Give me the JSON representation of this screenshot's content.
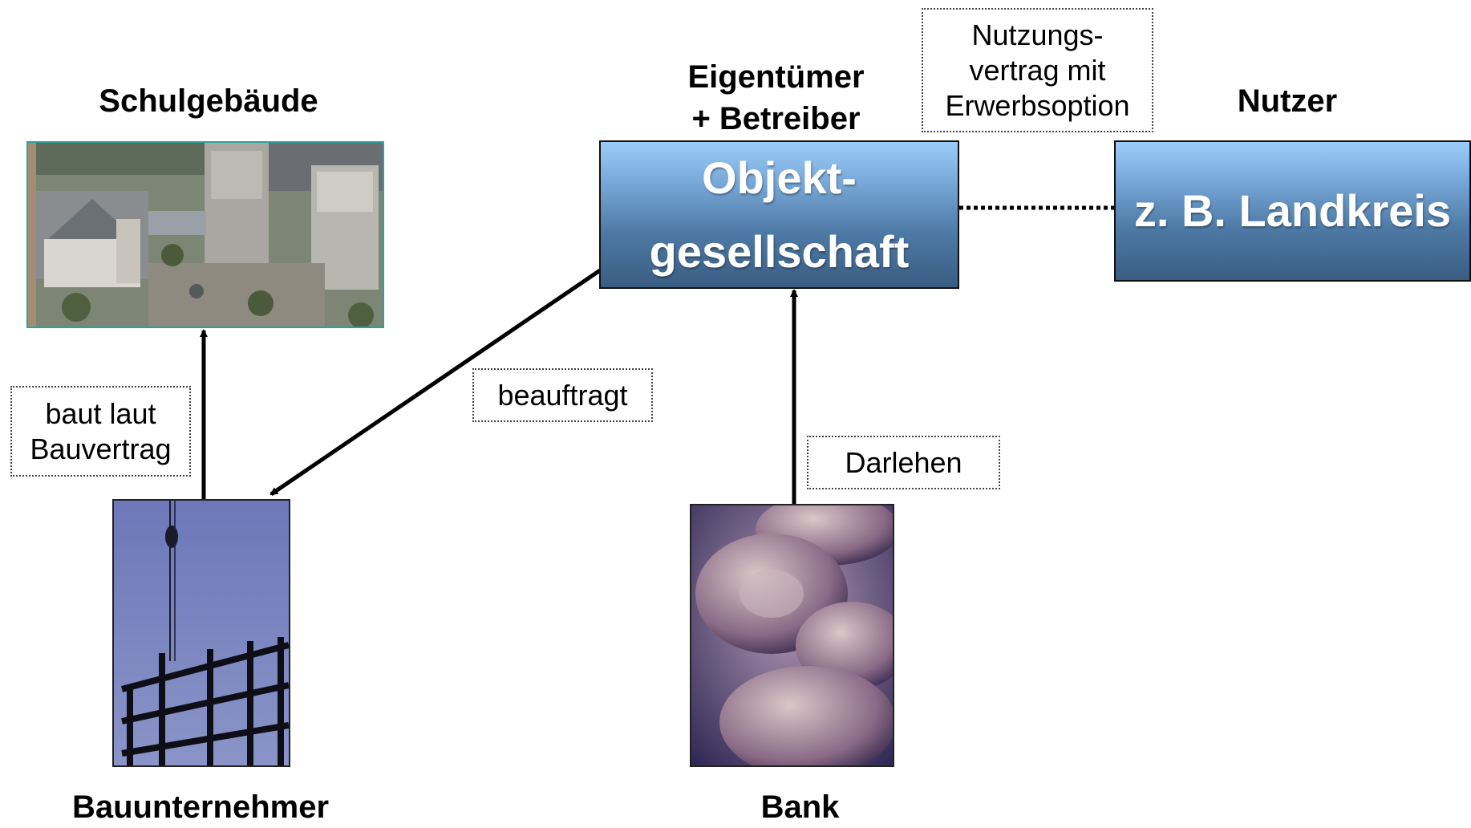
{
  "nodes": {
    "school": {
      "label": "Schulgebäude"
    },
    "owner": {
      "heading_line1": "Eigentümer",
      "heading_line2": "+ Betreiber",
      "box_line1": "Objekt-",
      "box_line2": "gesellschaft"
    },
    "user": {
      "heading": "Nutzer",
      "box_label": "z. B. Landkreis"
    },
    "contractor": {
      "label": "Bauunternehmer"
    },
    "bank": {
      "label": "Bank"
    }
  },
  "edges": {
    "contract_builds": {
      "line1": "baut laut",
      "line2": "Bauvertrag"
    },
    "commissions": {
      "label": "beauftragt"
    },
    "loan": {
      "label": "Darlehen"
    },
    "usage_contract": {
      "line1": "Nutzungs-",
      "line2": "vertrag mit",
      "line3": "Erwerbsoption"
    }
  },
  "colors": {
    "box_gradient_top": "#9cccf8",
    "box_gradient_bottom": "#3a5d82",
    "arrow": "#000000"
  }
}
